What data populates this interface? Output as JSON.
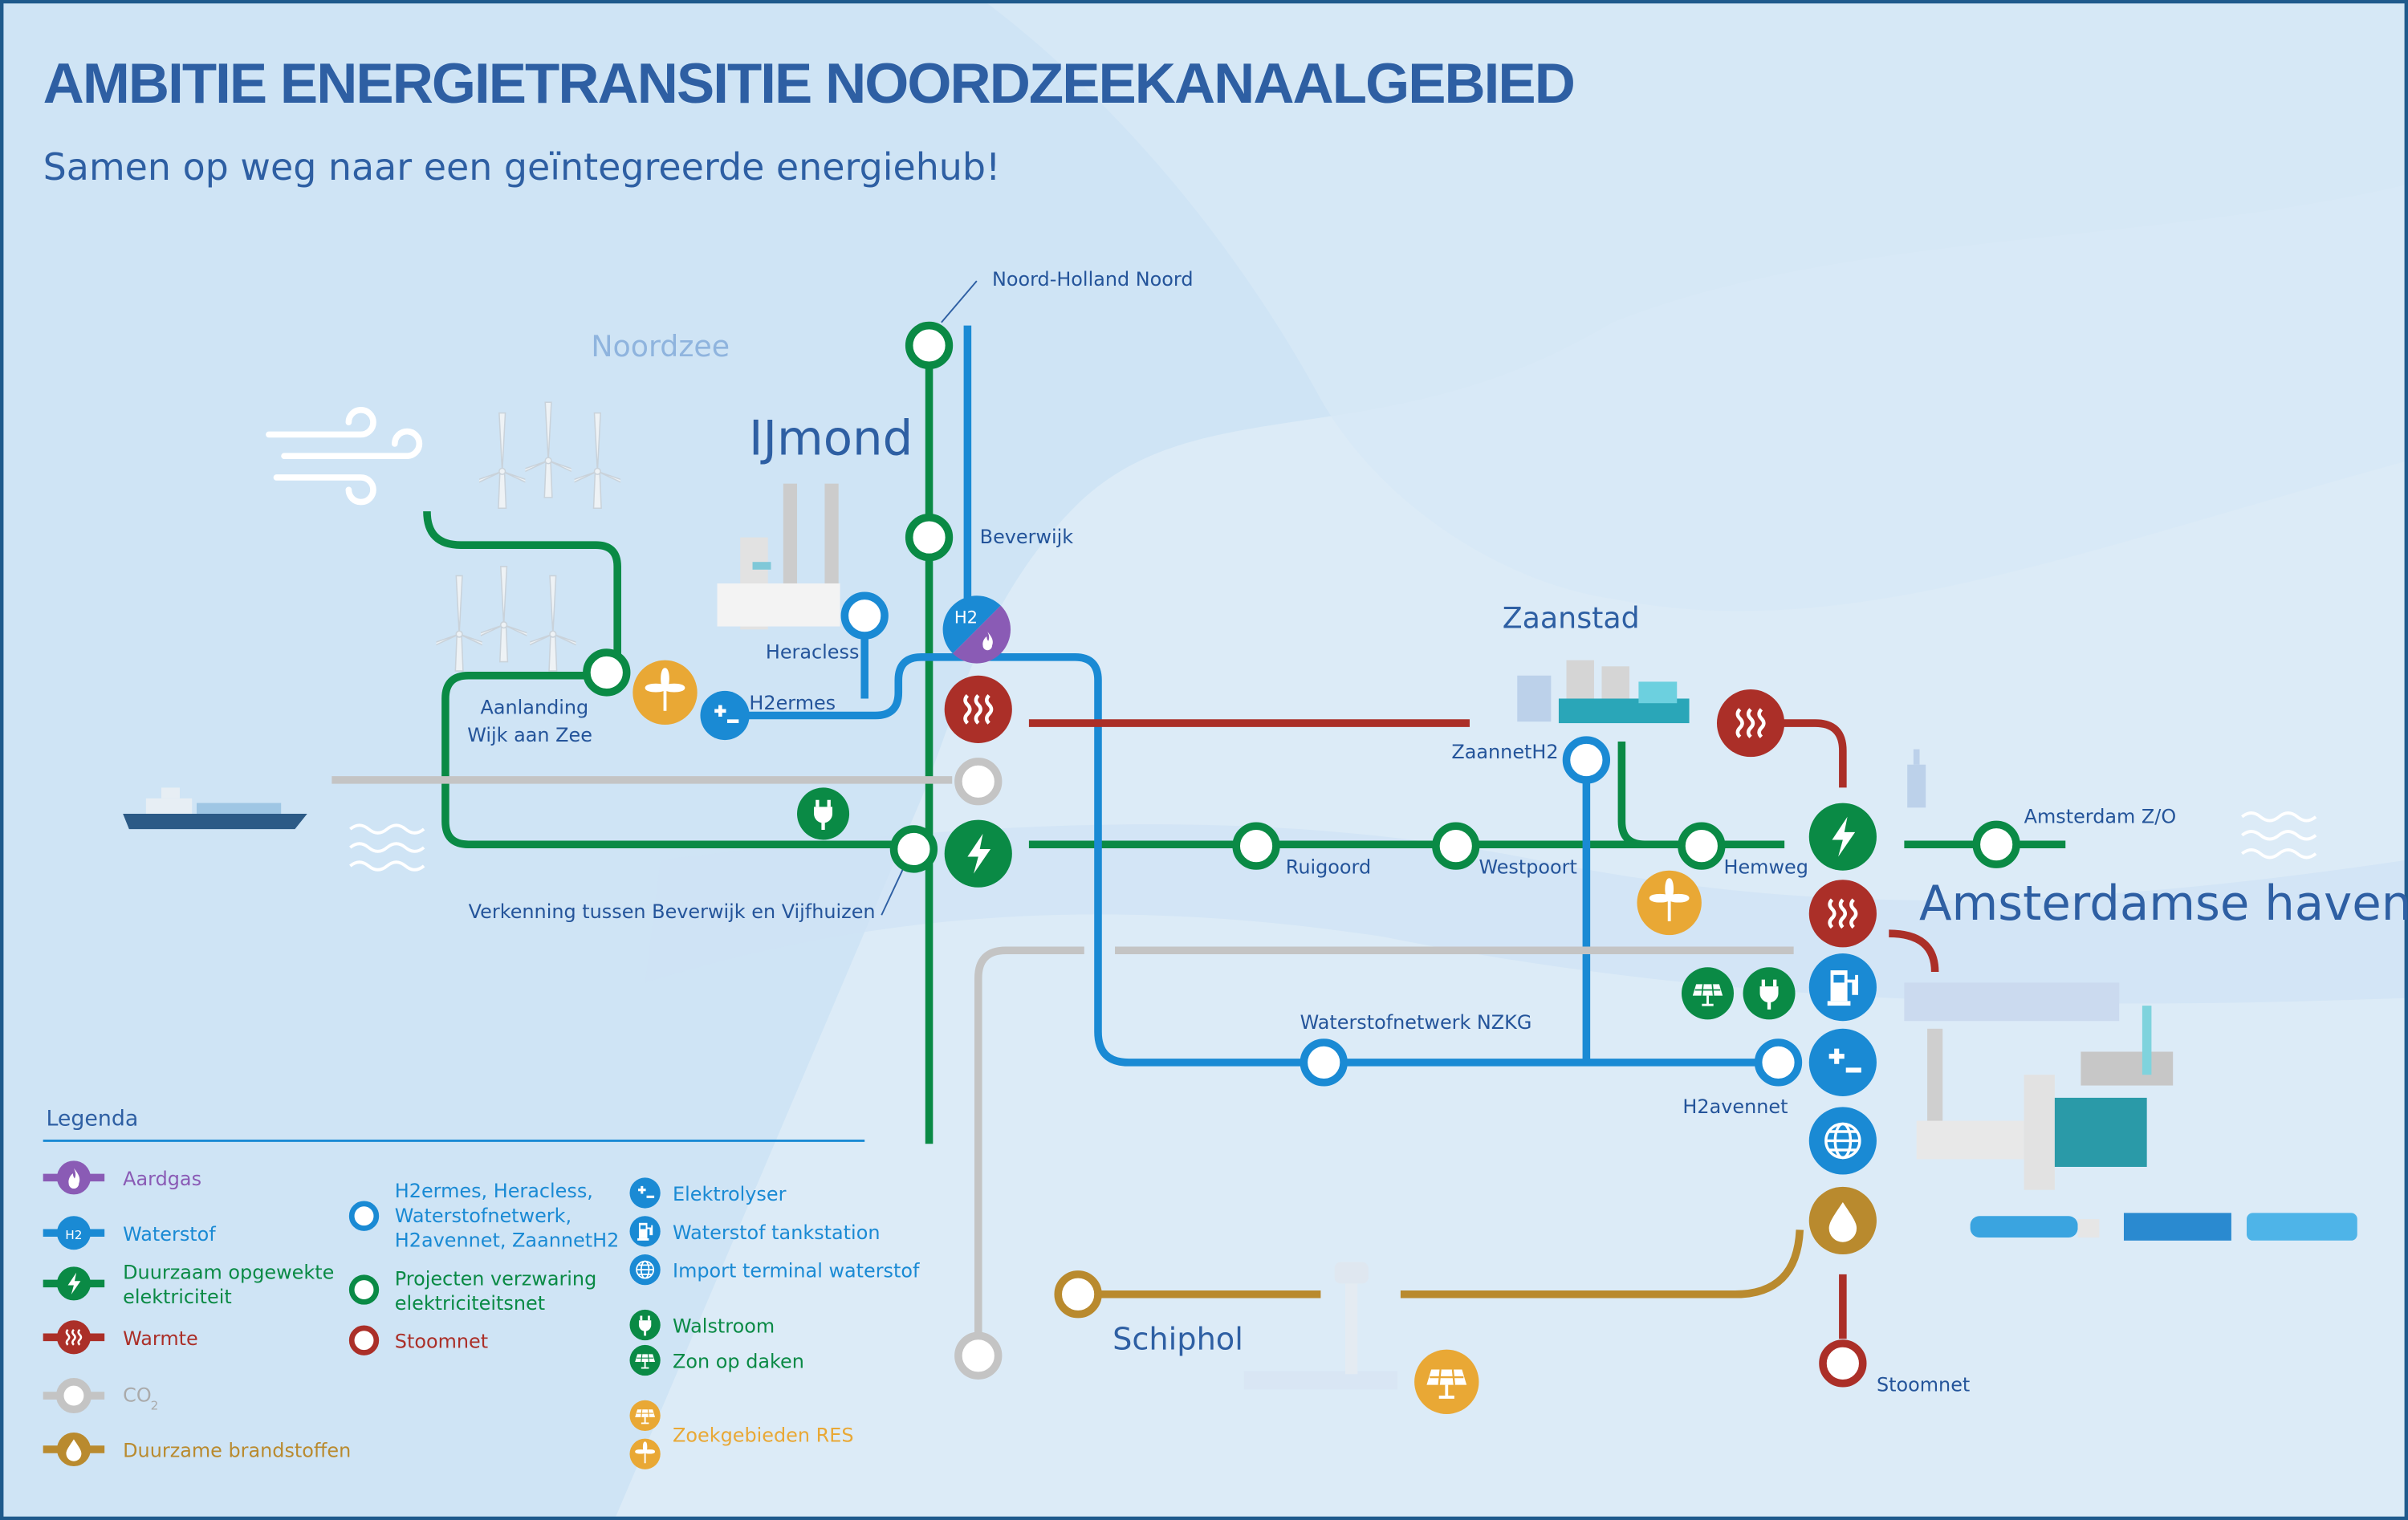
{
  "header": {
    "title": "AMBITIE ENERGIETRANSITIE NOORDZEEKANAALGEBIED",
    "subtitle": "Samen op weg naar een geïntegreerde energiehub!"
  },
  "regions": {
    "noordzee": "Noordzee",
    "ijmond": "IJmond",
    "zaanstad": "Zaanstad",
    "amsterdamse_haven": "Amsterdamse haven",
    "schiphol": "Schiphol"
  },
  "stations": {
    "noord_holland_noord": "Noord-Holland Noord",
    "beverwijk": "Beverwijk",
    "heracless": "Heracless",
    "h2ermes": "H2ermes",
    "aanlanding_1": "Aanlanding",
    "aanlanding_2": "Wijk aan Zee",
    "verkenning": "Verkenning tussen Beverwijk en Vijfhuizen",
    "ruigoord": "Ruigoord",
    "westpoort": "Westpoort",
    "hemweg": "Hemweg",
    "zaannet_h2": "ZaannetH2",
    "amsterdam_zo": "Amsterdam Z/O",
    "waterstofnetwerk_nzkg": "Waterstofnetwerk NZKG",
    "h2avennet": "H2avennet",
    "stoomnet": "Stoomnet",
    "h2_badge": "H2"
  },
  "legend": {
    "title": "Legenda",
    "lines": [
      {
        "label": "Aardgas",
        "color": "#8a5bb5"
      },
      {
        "label": "Waterstof",
        "color": "#1a8ad4"
      },
      {
        "label": "Duurzaam opgewekte",
        "label2": "elektriciteit",
        "color": "#0a8a45"
      },
      {
        "label": "Warmte",
        "color": "#ab2f28"
      },
      {
        "label": "CO",
        "sub": "2",
        "color": "#c4c4c4"
      },
      {
        "label": "Duurzame brandstoffen",
        "color": "#b98a2e"
      }
    ],
    "rings": [
      {
        "lines": [
          "H2ermes, Heracless,",
          "Waterstofnetwerk,",
          "H2avennet, ZaannetH2"
        ],
        "color": "#1a8ad4"
      },
      {
        "lines": [
          "Projecten verzwaring",
          "elektriciteitsnet"
        ],
        "color": "#0a8a45"
      },
      {
        "lines": [
          "Stoomnet"
        ],
        "color": "#ab2f28"
      }
    ],
    "icons": [
      {
        "label": "Elektrolyser",
        "icon": "electrolyser-icon",
        "color": "#1a8ad4"
      },
      {
        "label": "Waterstof tankstation",
        "icon": "fuel-station-icon",
        "color": "#1a8ad4"
      },
      {
        "label": "Import terminal waterstof",
        "icon": "globe-icon",
        "color": "#1a8ad4"
      },
      {
        "label": "Walstroom",
        "icon": "plug-icon",
        "color": "#0a8a45"
      },
      {
        "label": "Zon op daken",
        "icon": "solar-panel-icon",
        "color": "#0a8a45"
      },
      {
        "label": "Zoekgebieden RES",
        "icon": "solar-wind-icon",
        "color": "#e9a835"
      }
    ]
  }
}
